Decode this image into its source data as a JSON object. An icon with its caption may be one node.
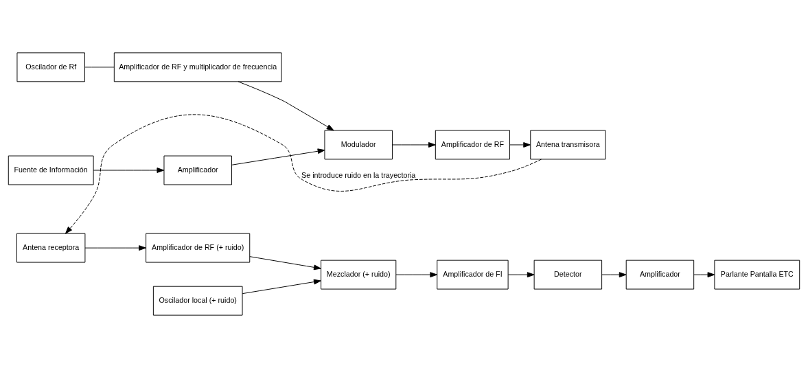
{
  "diagram": {
    "nodes": [
      {
        "text": [
          "Fuente de Información"
        ]
      },
      {
        "text": [
          "Amplificador"
        ]
      },
      {
        "text": [
          "Modulador"
        ]
      },
      {
        "text": [
          "Amplificador de RF"
        ]
      },
      {
        "text": [
          "Antena transmisora"
        ]
      },
      {
        "text": [
          "Oscilador de Rf"
        ]
      },
      {
        "text": [
          "Amplificador de RF y multiplicador de frecuencia"
        ]
      },
      {
        "text": [
          "Antena receptora"
        ]
      },
      {
        "text": [
          "Amplificador de RF (+ ruido)"
        ]
      },
      {
        "text": [
          "Mezclador (+ ruido)"
        ]
      },
      {
        "text": [
          "Amplificador de FI"
        ]
      },
      {
        "text": [
          "Detector"
        ]
      },
      {
        "text": [
          "Amplificador"
        ]
      },
      {
        "text": [
          "Parlante Pantalla ETC"
        ]
      },
      {
        "text": [
          "Oscilador local (+ ruido)"
        ]
      }
    ],
    "edges": [
      {
        "from": 0,
        "to": 1,
        "arrow": "to"
      },
      {
        "from": 1,
        "to": 2,
        "arrow": "to"
      },
      {
        "from": 2,
        "to": 3,
        "arrow": "to"
      },
      {
        "from": 3,
        "to": 4,
        "arrow": "to"
      },
      {
        "from": 5,
        "to": 6,
        "arrow": "none"
      },
      {
        "from": 6,
        "to": 2,
        "arrow": "to"
      },
      {
        "from": 4,
        "to": 7,
        "arrow": "to",
        "label": "Se introduce ruido en la trayectoria",
        "style": "dashed"
      },
      {
        "from": 7,
        "to": 8,
        "arrow": "to"
      },
      {
        "from": 8,
        "to": 9,
        "arrow": "to"
      },
      {
        "from": 9,
        "to": 10,
        "arrow": "to"
      },
      {
        "from": 10,
        "to": 11,
        "arrow": "to"
      },
      {
        "from": 11,
        "to": 12,
        "arrow": "to"
      },
      {
        "from": 12,
        "to": 13,
        "arrow": "to"
      },
      {
        "from": 14,
        "to": 9,
        "arrow": "to"
      }
    ]
  }
}
